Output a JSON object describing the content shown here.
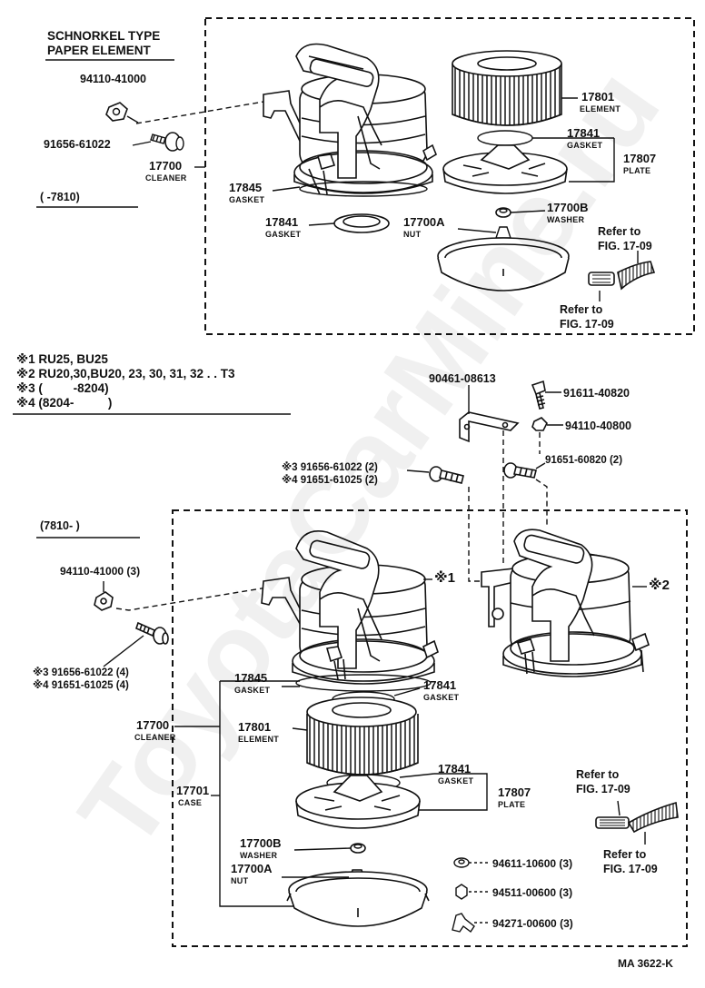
{
  "header": {
    "line1": "SCHNORKEL TYPE",
    "line2": "PAPER ELEMENT"
  },
  "watermark": "ToyotaCarMine.ru",
  "top_range": "(        -7810)",
  "bottom_range": "(7810-        )",
  "notes": [
    "※1 RU25, BU25",
    "※2 RU20,30,BU20, 23, 30, 31, 32 . . T3",
    "※3 (         -8204)",
    "※4 (8204-          )"
  ],
  "top_parts": {
    "p94110": "94110-41000",
    "p91656": "91656-61022",
    "p17700_num": "17700",
    "p17700_name": "CLEANER",
    "p17845_num": "17845",
    "p17845_name": "GASKET",
    "p17841a_num": "17841",
    "p17841a_name": "GASKET",
    "p17700A_num": "17700A",
    "p17700A_name": "NUT",
    "p17801_num": "17801",
    "p17801_name": "ELEMENT",
    "p17841b_num": "17841",
    "p17841b_name": "GASKET",
    "p17807_num": "17807",
    "p17807_name": "PLATE",
    "p17700B_num": "17700B",
    "p17700B_name": "WASHER",
    "ref1": "Refer to",
    "ref1b": "FIG. 17-09",
    "ref2": "Refer to",
    "ref2b": "FIG. 17-09"
  },
  "bottom_parts": {
    "p90461": "90461-08613",
    "p91611": "91611-40820",
    "p94110b": "94110-40800",
    "p91656_2": "※3 91656-61022 (2)",
    "p91651_2": "※4 91651-61025 (2)",
    "p91651_60820": "91651-60820 (2)",
    "p94110_3": "94110-41000 (3)",
    "p91656_4": "※3 91656-61022 (4)",
    "p91651_4": "※4 91651-61025 (4)",
    "mark1": "※1",
    "mark2": "※2",
    "p17845_num": "17845",
    "p17845_name": "GASKET",
    "p17841a_num": "17841",
    "p17841a_name": "GASKET",
    "p17700_num": "17700",
    "p17700_name": "CLEANER",
    "p17801_num": "17801",
    "p17801_name": "ELEMENT",
    "p17841b_num": "17841",
    "p17841b_name": "GASKET",
    "p17701_num": "17701",
    "p17701_name": "CASE",
    "p17807_num": "17807",
    "p17807_name": "PLATE",
    "p17700B_num": "17700B",
    "p17700B_name": "WASHER",
    "p17700A_num": "17700A",
    "p17700A_name": "NUT",
    "p94611": "94611-10600 (3)",
    "p94511": "94511-00600 (3)",
    "p94271": "94271-00600 (3)",
    "ref1": "Refer to",
    "ref1b": "FIG. 17-09",
    "ref2": "Refer to",
    "ref2b": "FIG. 17-09"
  },
  "footer_code": "MA 3622-K"
}
